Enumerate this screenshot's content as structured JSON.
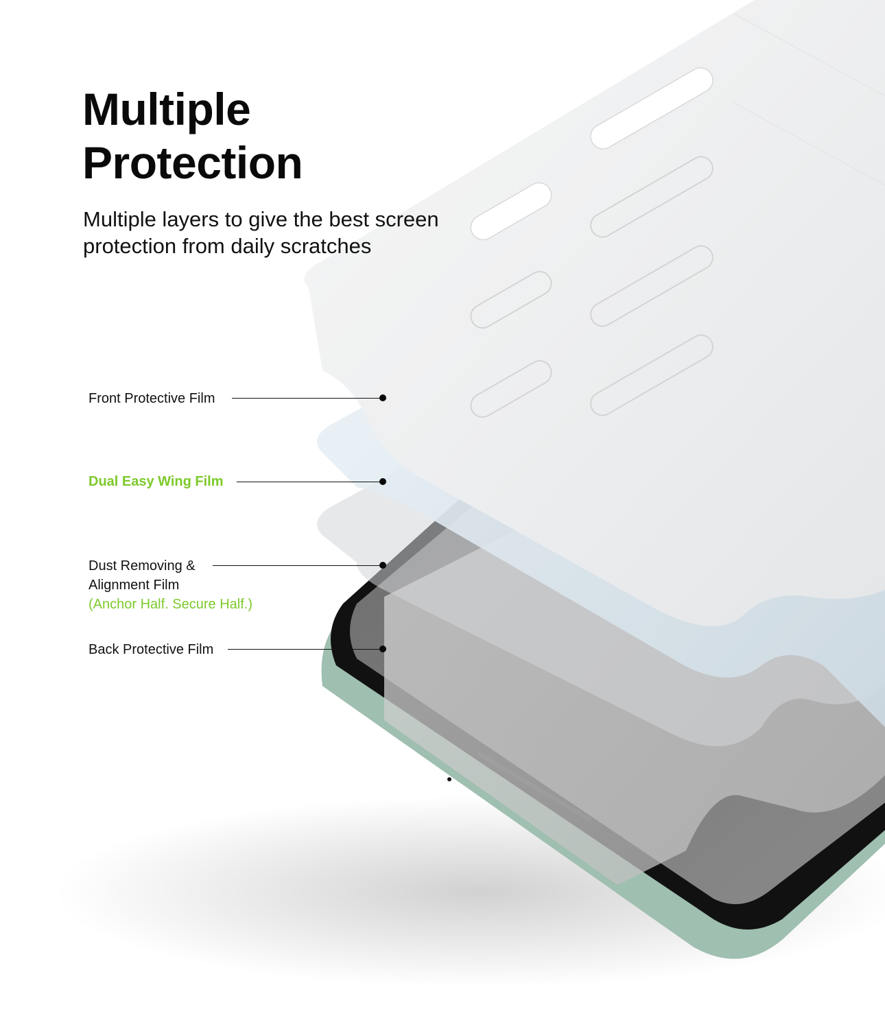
{
  "header": {
    "title_line1": "Multiple",
    "title_line2": "Protection",
    "subtitle_line1": "Multiple layers to give the best screen",
    "subtitle_line2": "protection from daily scratches"
  },
  "callouts": [
    {
      "label": "Front Protective Film",
      "highlight": false
    },
    {
      "label": "Dual Easy  Wing Film",
      "highlight": true
    },
    {
      "label_line1": "Dust Removing &",
      "label_line2": "Alignment Film",
      "note": "(Anchor Half. Secure Half.)",
      "highlight": false
    },
    {
      "label": "Back Protective Film",
      "highlight": false
    }
  ],
  "colors": {
    "accent_green": "#7dc92b",
    "text": "#111111",
    "background": "#ffffff",
    "phone_body": "#9fbfb0",
    "phone_screen": "#1a1a1a"
  },
  "illustration": {
    "layers": [
      "front-protective-film",
      "dual-easy-wing-film",
      "dust-removing-alignment-film",
      "back-protective-film"
    ],
    "device": "smartphone-mint-green"
  }
}
